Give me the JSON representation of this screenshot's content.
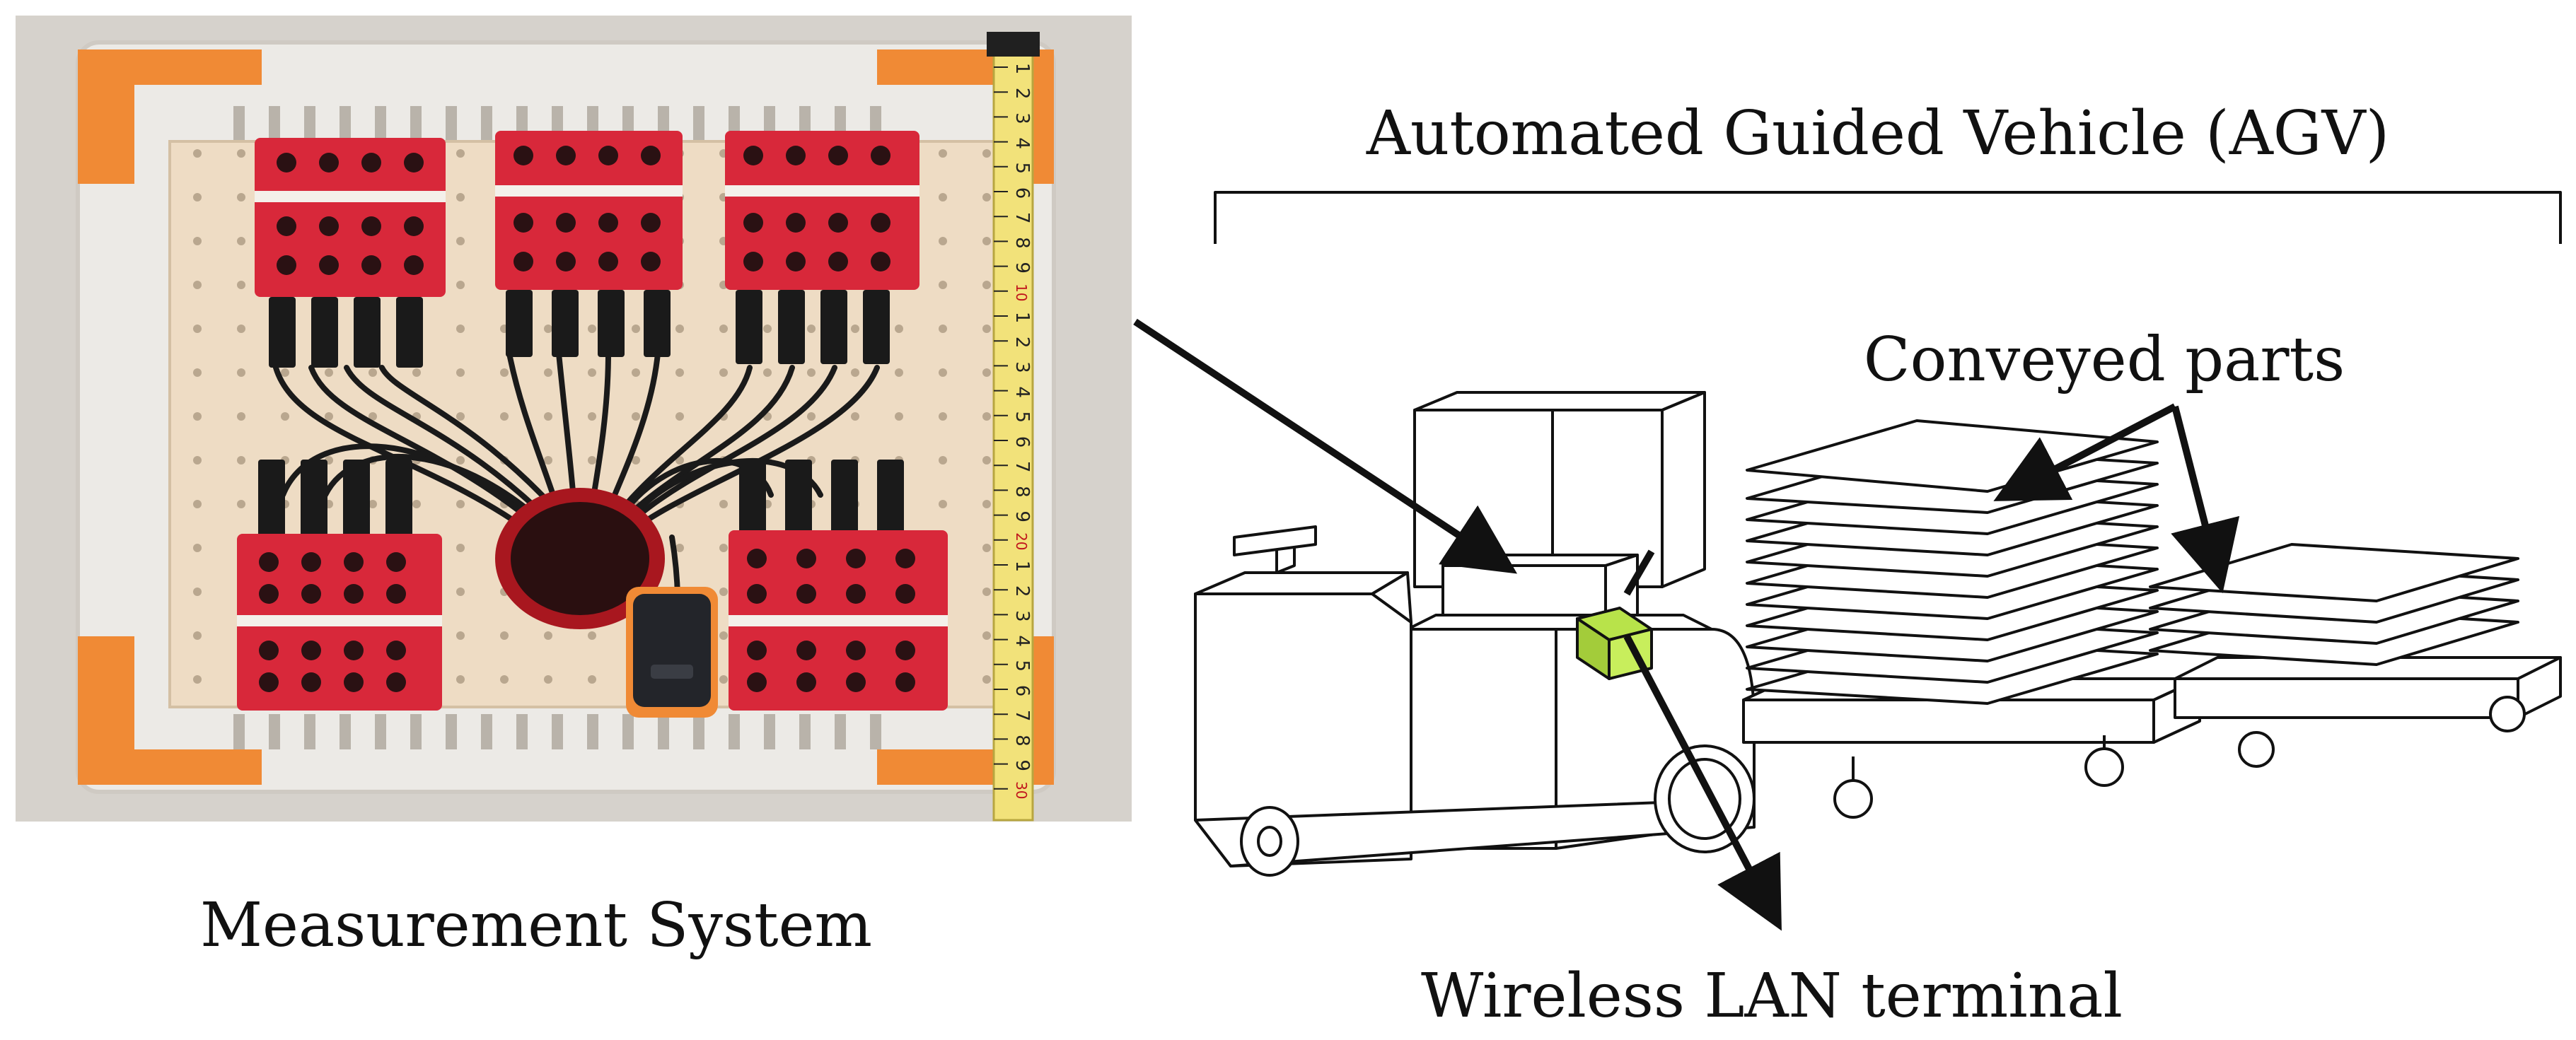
{
  "labels": {
    "agv_title": "Automated Guided Vehicle (AGV)",
    "conveyed_parts": "Conveyed parts",
    "measurement_system": "Measurement System",
    "wireless_lan": "Wireless LAN terminal"
  },
  "colors": {
    "crate_orange": "#f08a35",
    "crate_white": "#eceae6",
    "board_beige": "#eedcc4",
    "sensor_red": "#d8283a",
    "cable_black": "#1a1a1a",
    "terminal_green": "#b8e34a",
    "tape_yellow": "#f2e27a"
  },
  "ruler_ticks": [
    "1",
    "2",
    "3",
    "4",
    "5",
    "6",
    "7",
    "8",
    "9",
    "10",
    "1",
    "2",
    "3",
    "4",
    "5",
    "6",
    "7",
    "8",
    "9",
    "20",
    "1",
    "2",
    "3",
    "4",
    "5",
    "6",
    "7",
    "8",
    "9",
    "30"
  ]
}
